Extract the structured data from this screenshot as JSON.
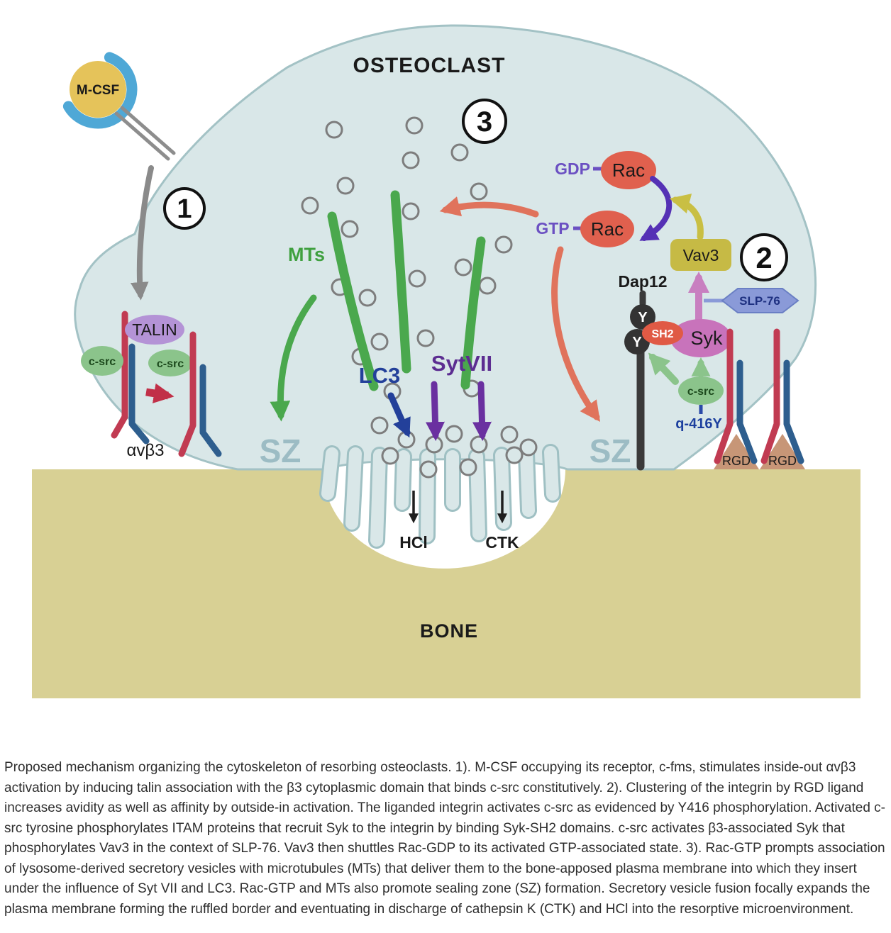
{
  "diagram": {
    "cell_title": "OSTEOCLAST",
    "bone_label": "BONE",
    "step_1": "1",
    "step_2": "2",
    "step_3": "3",
    "mcsf": "M-CSF",
    "talin": "TALIN",
    "csrc_a": "c-src",
    "csrc_b": "c-src",
    "csrc_c": "c-src",
    "integrin": "αvβ3",
    "sz_left": "SZ",
    "sz_right": "SZ",
    "mts": "MTs",
    "lc3": "LC3",
    "sytvii": "SytVII",
    "gdp": "GDP",
    "gtp": "GTP",
    "rac_a": "Rac",
    "rac_b": "Rac",
    "vav3": "Vav3",
    "slp76": "SLP-76",
    "dap12": "Dap12",
    "itam_y_upper": "Y",
    "itam_y_lower": "Y",
    "sh2": "SH2",
    "syk": "Syk",
    "q416y": "q-416Y",
    "rgd_a": "RGD",
    "rgd_b": "RGD",
    "hcl": "HCl",
    "ctk": "CTK"
  },
  "colors": {
    "cell_fill": "#d9e7e8",
    "membrane": "#a3c2c5",
    "bone": "#d8d094",
    "microtubule": "#4aa84d",
    "vesicle_stroke": "#7d7d7d",
    "rac": "#e0604e",
    "vav3_box": "#c6ba45",
    "slp76_fill": "#8a9ad8",
    "syk_fill": "#c873bb",
    "talin_fill": "#b493d6",
    "csrc_fill": "#8bc48b",
    "mcsf_ball": "#e5c35a",
    "receptor_blue": "#4fa8d6",
    "integrin_red": "#c13b52",
    "integrin_blue": "#2e5e8e",
    "rgd_fill": "#c79677",
    "sz_text": "#9cbcc4",
    "lc3_text": "#23409a",
    "sytvii_text": "#5c2d91",
    "gdp_gtp_text": "#6b50c2",
    "salmon_arrow": "#e0735c",
    "purple_arrow": "#5531b5",
    "yellow_arrow": "#c9bf43",
    "pink_arrow": "#c87fc0",
    "gray_arrow": "#8a8a8a",
    "crimson_arrow": "#c13048",
    "dap12_black": "#3a3a3a"
  },
  "caption": "Proposed mechanism organizing the cytoskeleton of resorbing osteoclasts. 1). M-CSF occupying its receptor, c-fms, stimulates inside-out αvβ3 activation by inducing talin association with the β3 cytoplasmic domain that binds c-src constitutively. 2). Clustering of the integrin by RGD ligand increases avidity as well as affinity by outside-in activation. The liganded integrin activates c-src as evidenced by Y416 phosphorylation. Activated c-src tyrosine phosphorylates ITAM proteins that recruit Syk to the integrin by binding Syk-SH2 domains. c-src activates β3-associated Syk that phosphorylates Vav3 in the context of SLP-76. Vav3 then shuttles Rac-GDP to its activated GTP-associated state. 3). Rac-GTP prompts association of lysosome-derived secretory vesicles with microtubules (MTs) that deliver them to the bone-apposed plasma membrane into which they insert under the influence of Syt VII and LC3. Rac-GTP and MTs also promote sealing zone (SZ) formation. Secretory vesicle fusion focally expands the plasma membrane forming the ruffled border and eventuating in discharge of cathepsin K (CTK) and HCl into the resorptive microenvironment."
}
